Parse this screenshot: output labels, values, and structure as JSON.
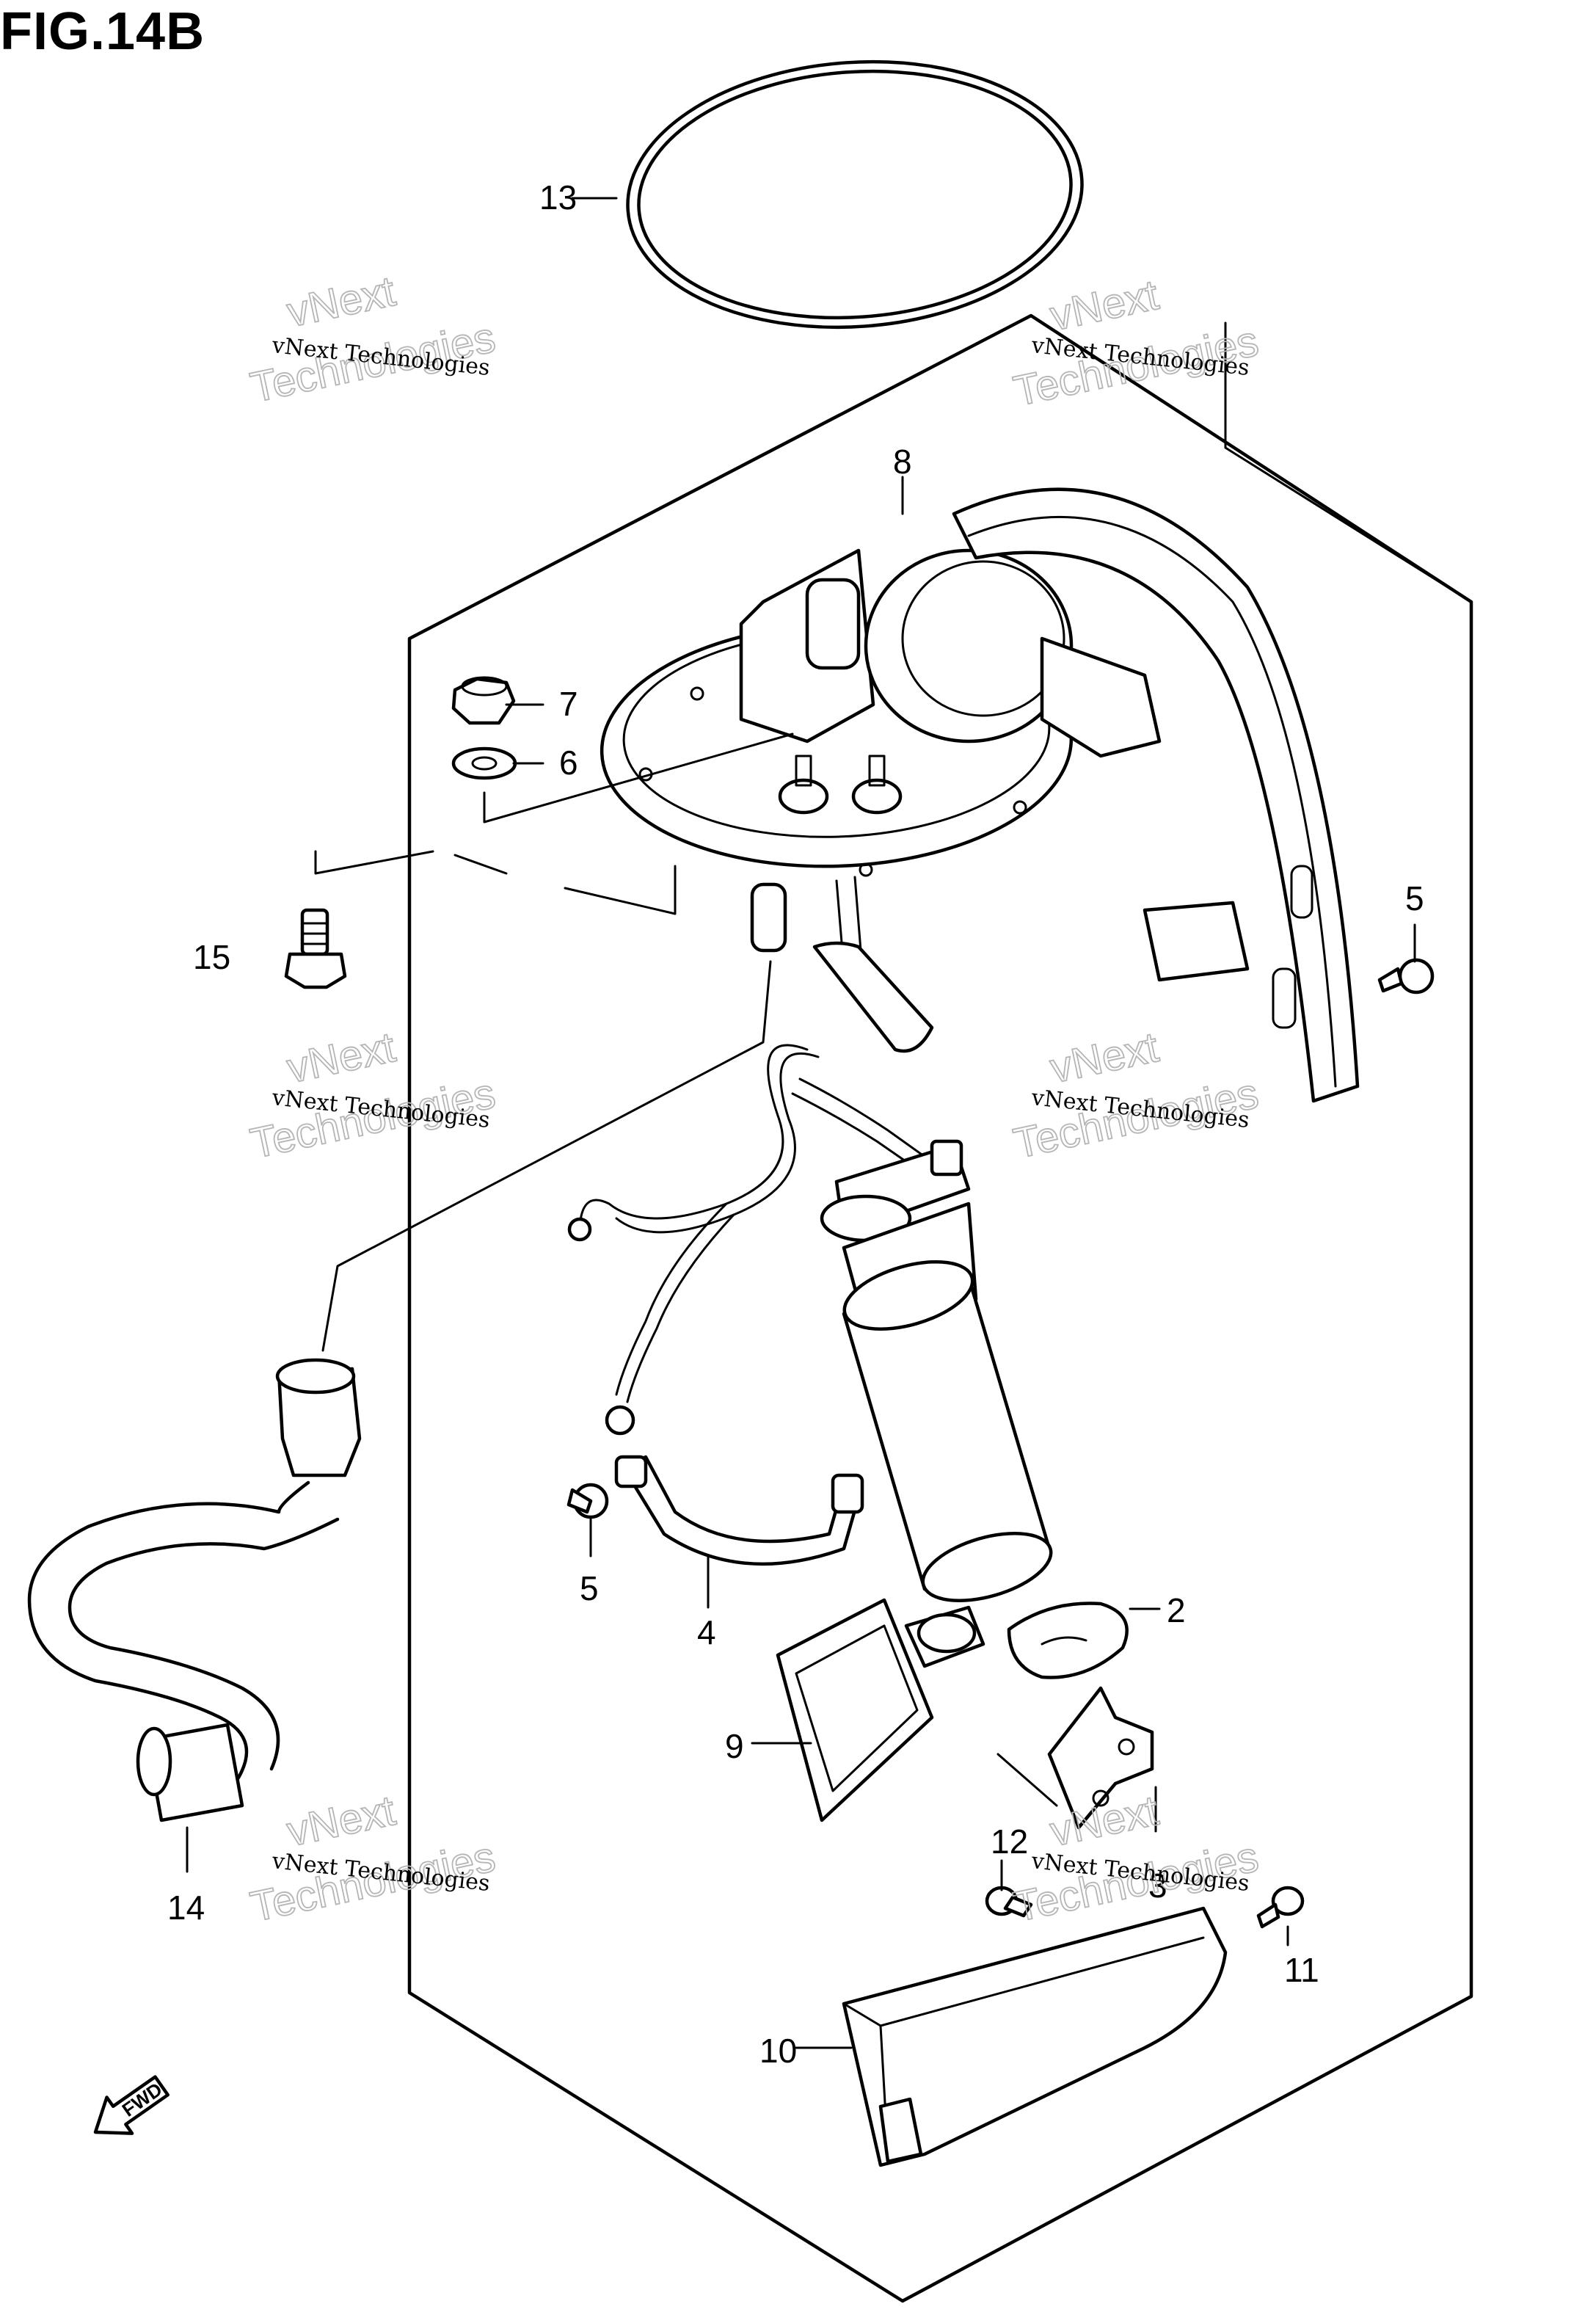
{
  "figure": {
    "title": "FIG.14B"
  },
  "callouts": {
    "c1": "13",
    "c2": "8",
    "c3": "7",
    "c4": "6",
    "c5": "15",
    "c6": "5",
    "c7": "5",
    "c8": "4",
    "c9": "2",
    "c10": "9",
    "c11": "12",
    "c12": "3",
    "c13": "11",
    "c14": "14",
    "c15": "10"
  },
  "watermark": {
    "line1": "vNext Technologies",
    "line2": "Technologies",
    "line3": "vNext"
  },
  "direction": {
    "label": "FWD"
  }
}
